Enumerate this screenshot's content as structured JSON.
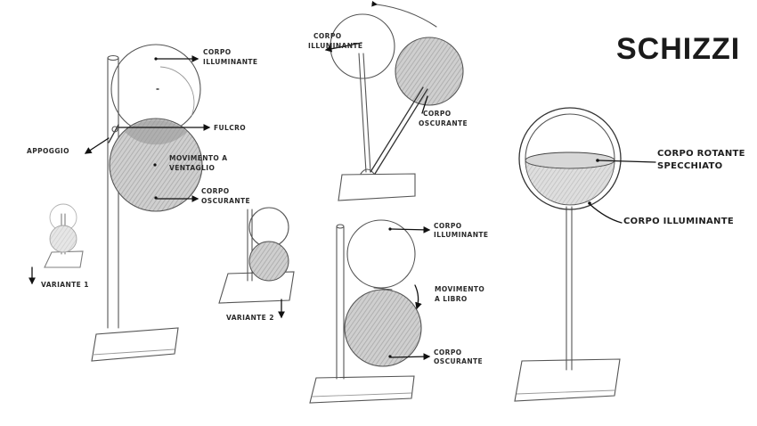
{
  "title": "SCHIZZI",
  "labels": {
    "corpo_illuminante_main": [
      "CORPO",
      "ILLUMINANTE"
    ],
    "fulcro": "FULCRO",
    "appoggio": "APPOGGIO",
    "movimento_ventaglio": [
      "MOVIMENTO A",
      "VENTAGLIO"
    ],
    "corpo_oscurante_main": [
      "CORPO",
      "OSCURANTE"
    ],
    "variante_1": "VARIANTE 1",
    "variante_2": "VARIANTE 2",
    "top_corpo_illuminante": [
      "CORPO",
      "ILLUMINANTE"
    ],
    "top_corpo_oscurante": [
      "CORPO",
      "OSCURANTE"
    ],
    "mid_corpo_illuminante": [
      "CORPO",
      "ILLUMINANTE"
    ],
    "movimento_libro": [
      "MOVIMENTO",
      "A LIBRO"
    ],
    "mid_corpo_oscurante": [
      "CORPO",
      "OSCURANTE"
    ],
    "corpo_rotante": [
      "CORPO ROTANTE",
      "SPECCHIATO"
    ],
    "corpo_illuminante_right": "CORPO ILLUMINANTE"
  },
  "colors": {
    "ink": "#111111",
    "pencil": "#555555",
    "shade": "#bdbdbd"
  }
}
